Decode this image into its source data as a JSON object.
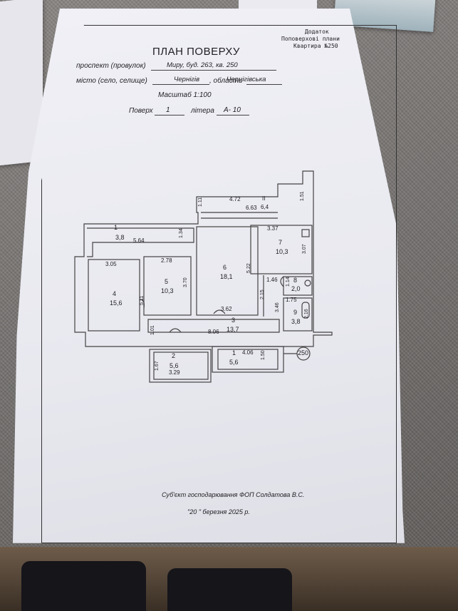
{
  "annex": {
    "line1": "Додаток",
    "line2": "Поповерхові плани",
    "line3": "Квартира №250"
  },
  "title": "ПЛАН ПОВЕРХУ",
  "address": {
    "street_label": "проспект (провулок)",
    "street_value": "Миру, буд. 263, кв. 250",
    "city_label": "місто (село, селище)",
    "city_value": "Чернігів",
    "oblast_label": ", область",
    "oblast_value": "Чернігівська"
  },
  "scale": "Масштаб 1:100",
  "floor": {
    "floor_label": "Поверх",
    "floor_value": "1",
    "letter_label": "літера",
    "letter_value": "А- 10"
  },
  "plan": {
    "badge": "250",
    "rooms": [
      {
        "num": "1",
        "area": "3,8"
      },
      {
        "num": "2",
        "area": "5,6"
      },
      {
        "num": "1",
        "area": "5,6"
      },
      {
        "num": "3",
        "area": "13,7"
      },
      {
        "num": "4",
        "area": "15,6"
      },
      {
        "num": "5",
        "area": "10,3"
      },
      {
        "num": "6",
        "area": "18,1"
      },
      {
        "num": "7",
        "area": "10,3"
      },
      {
        "num": "8",
        "area": "2,0"
      },
      {
        "num": "9",
        "area": "3,8"
      },
      {
        "num": "II",
        "area": "6,4"
      }
    ],
    "dims": {
      "d472": "4.72",
      "d663": "6.63",
      "d151": "1.51",
      "d111": "1.11",
      "d564": "5.64",
      "d134": "1.34",
      "d337": "3.37",
      "d307": "3.07",
      "d278": "2.78",
      "d305": "3.05",
      "d370": "3.70",
      "d522": "5.22",
      "d511": "5.11",
      "d362": "3.62",
      "d215": "2.15",
      "d146": "1.46",
      "d175": "1.75",
      "d216": "2.16",
      "d346": "3.46",
      "d101": "1.01",
      "d806": "8.06",
      "d167": "1.67",
      "d329": "3.29",
      "d406": "4.06",
      "d150": "1.50",
      "d114": "1.14"
    }
  },
  "footer": {
    "subject": "Суб'єкт господарювання ФОП Солдатова В.С.",
    "date": "\"20 \" березня 2025 р."
  }
}
